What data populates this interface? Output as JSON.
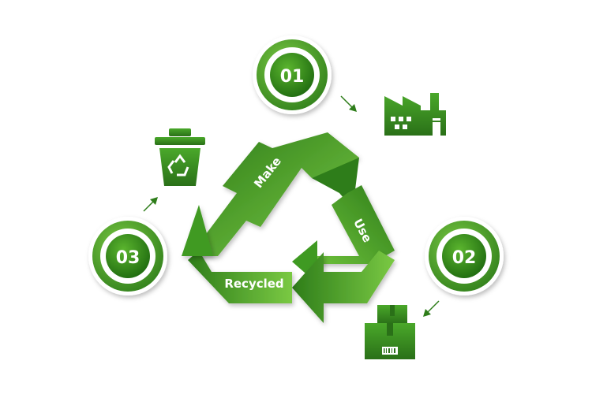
{
  "colors": {
    "green_dark": "#2e7d1a",
    "green_mid": "#3f9a22",
    "green_light": "#7ac943",
    "ring_white": "#ffffff",
    "shadow_gray": "#d9d9d9"
  },
  "steps": [
    {
      "number": "01",
      "icon": "factory-icon"
    },
    {
      "number": "02",
      "icon": "package-box-icon"
    },
    {
      "number": "03",
      "icon": "recycle-bin-icon"
    }
  ],
  "cycle": {
    "make_label": "Make",
    "use_label": "Use",
    "recycled_label": "Recycled"
  }
}
